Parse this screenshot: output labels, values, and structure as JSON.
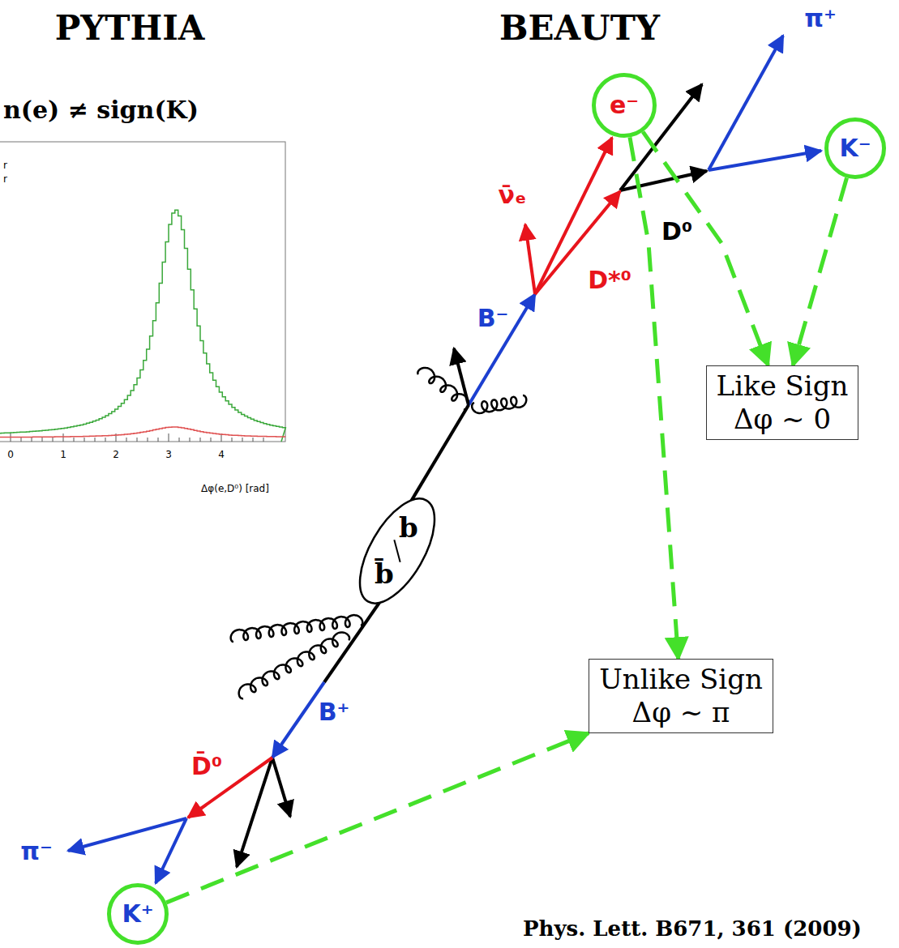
{
  "diagram": {
    "caption": "Phys. Lett. B671, 361 (2009)",
    "nodes": [
      {
        "text": [
          "e⁻"
        ]
      },
      {
        "text": [
          "K⁻"
        ]
      },
      {
        "text": [
          "Like Sign",
          "Δφ ~ 0"
        ]
      },
      {
        "text": [
          "b",
          "b̄"
        ]
      },
      {
        "text": [
          "Unlike Sign",
          "Δφ ~ π"
        ]
      },
      {
        "text": [
          "K⁺"
        ]
      }
    ],
    "edges": [
      {
        "from": 0,
        "to": 2,
        "arrow": "to"
      },
      {
        "from": 1,
        "to": 2,
        "arrow": "to"
      },
      {
        "from": 0,
        "to": 4,
        "arrow": "to"
      },
      {
        "from": 5,
        "to": 4,
        "arrow": "to"
      }
    ],
    "labels": [
      "PYTHIA",
      "BEAUTY",
      "n(e) ≠ sign(K)",
      "r",
      "r",
      "0",
      "1",
      "2",
      "3",
      "4",
      "Δφ(e,D⁰) [rad]",
      "π⁺",
      "ν̄ₑ",
      "D*⁰",
      "D⁰",
      "B⁻",
      "B⁺",
      "D̄⁰",
      "π⁻"
    ]
  }
}
